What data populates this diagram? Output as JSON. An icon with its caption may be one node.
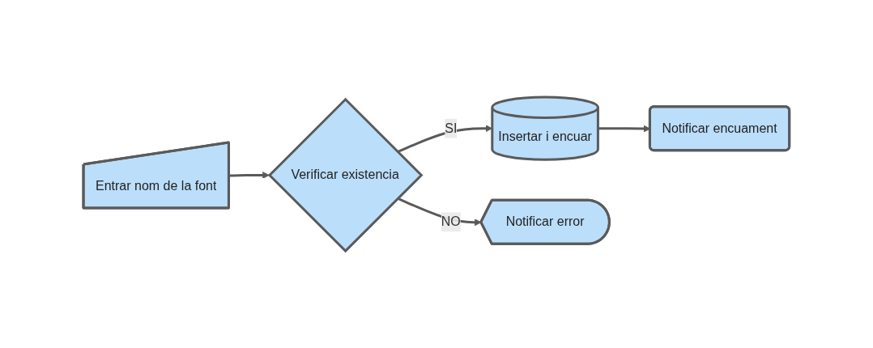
{
  "diagram": {
    "nodes": [
      {
        "text": [
          "Entrar nom de la font"
        ]
      },
      {
        "text": [
          "Verificar existencia"
        ]
      },
      {
        "text": [
          "Insertar i encuar"
        ]
      },
      {
        "text": [
          "Notificar encuament"
        ]
      },
      {
        "text": [
          "Notificar error"
        ]
      }
    ],
    "edges": [
      {
        "from": 0,
        "to": 1,
        "arrow": "to"
      },
      {
        "from": 1,
        "to": 2,
        "label": "SI",
        "arrow": "to"
      },
      {
        "from": 2,
        "to": 3,
        "arrow": "to"
      },
      {
        "from": 1,
        "to": 4,
        "label": "NO",
        "arrow": "to"
      }
    ]
  }
}
